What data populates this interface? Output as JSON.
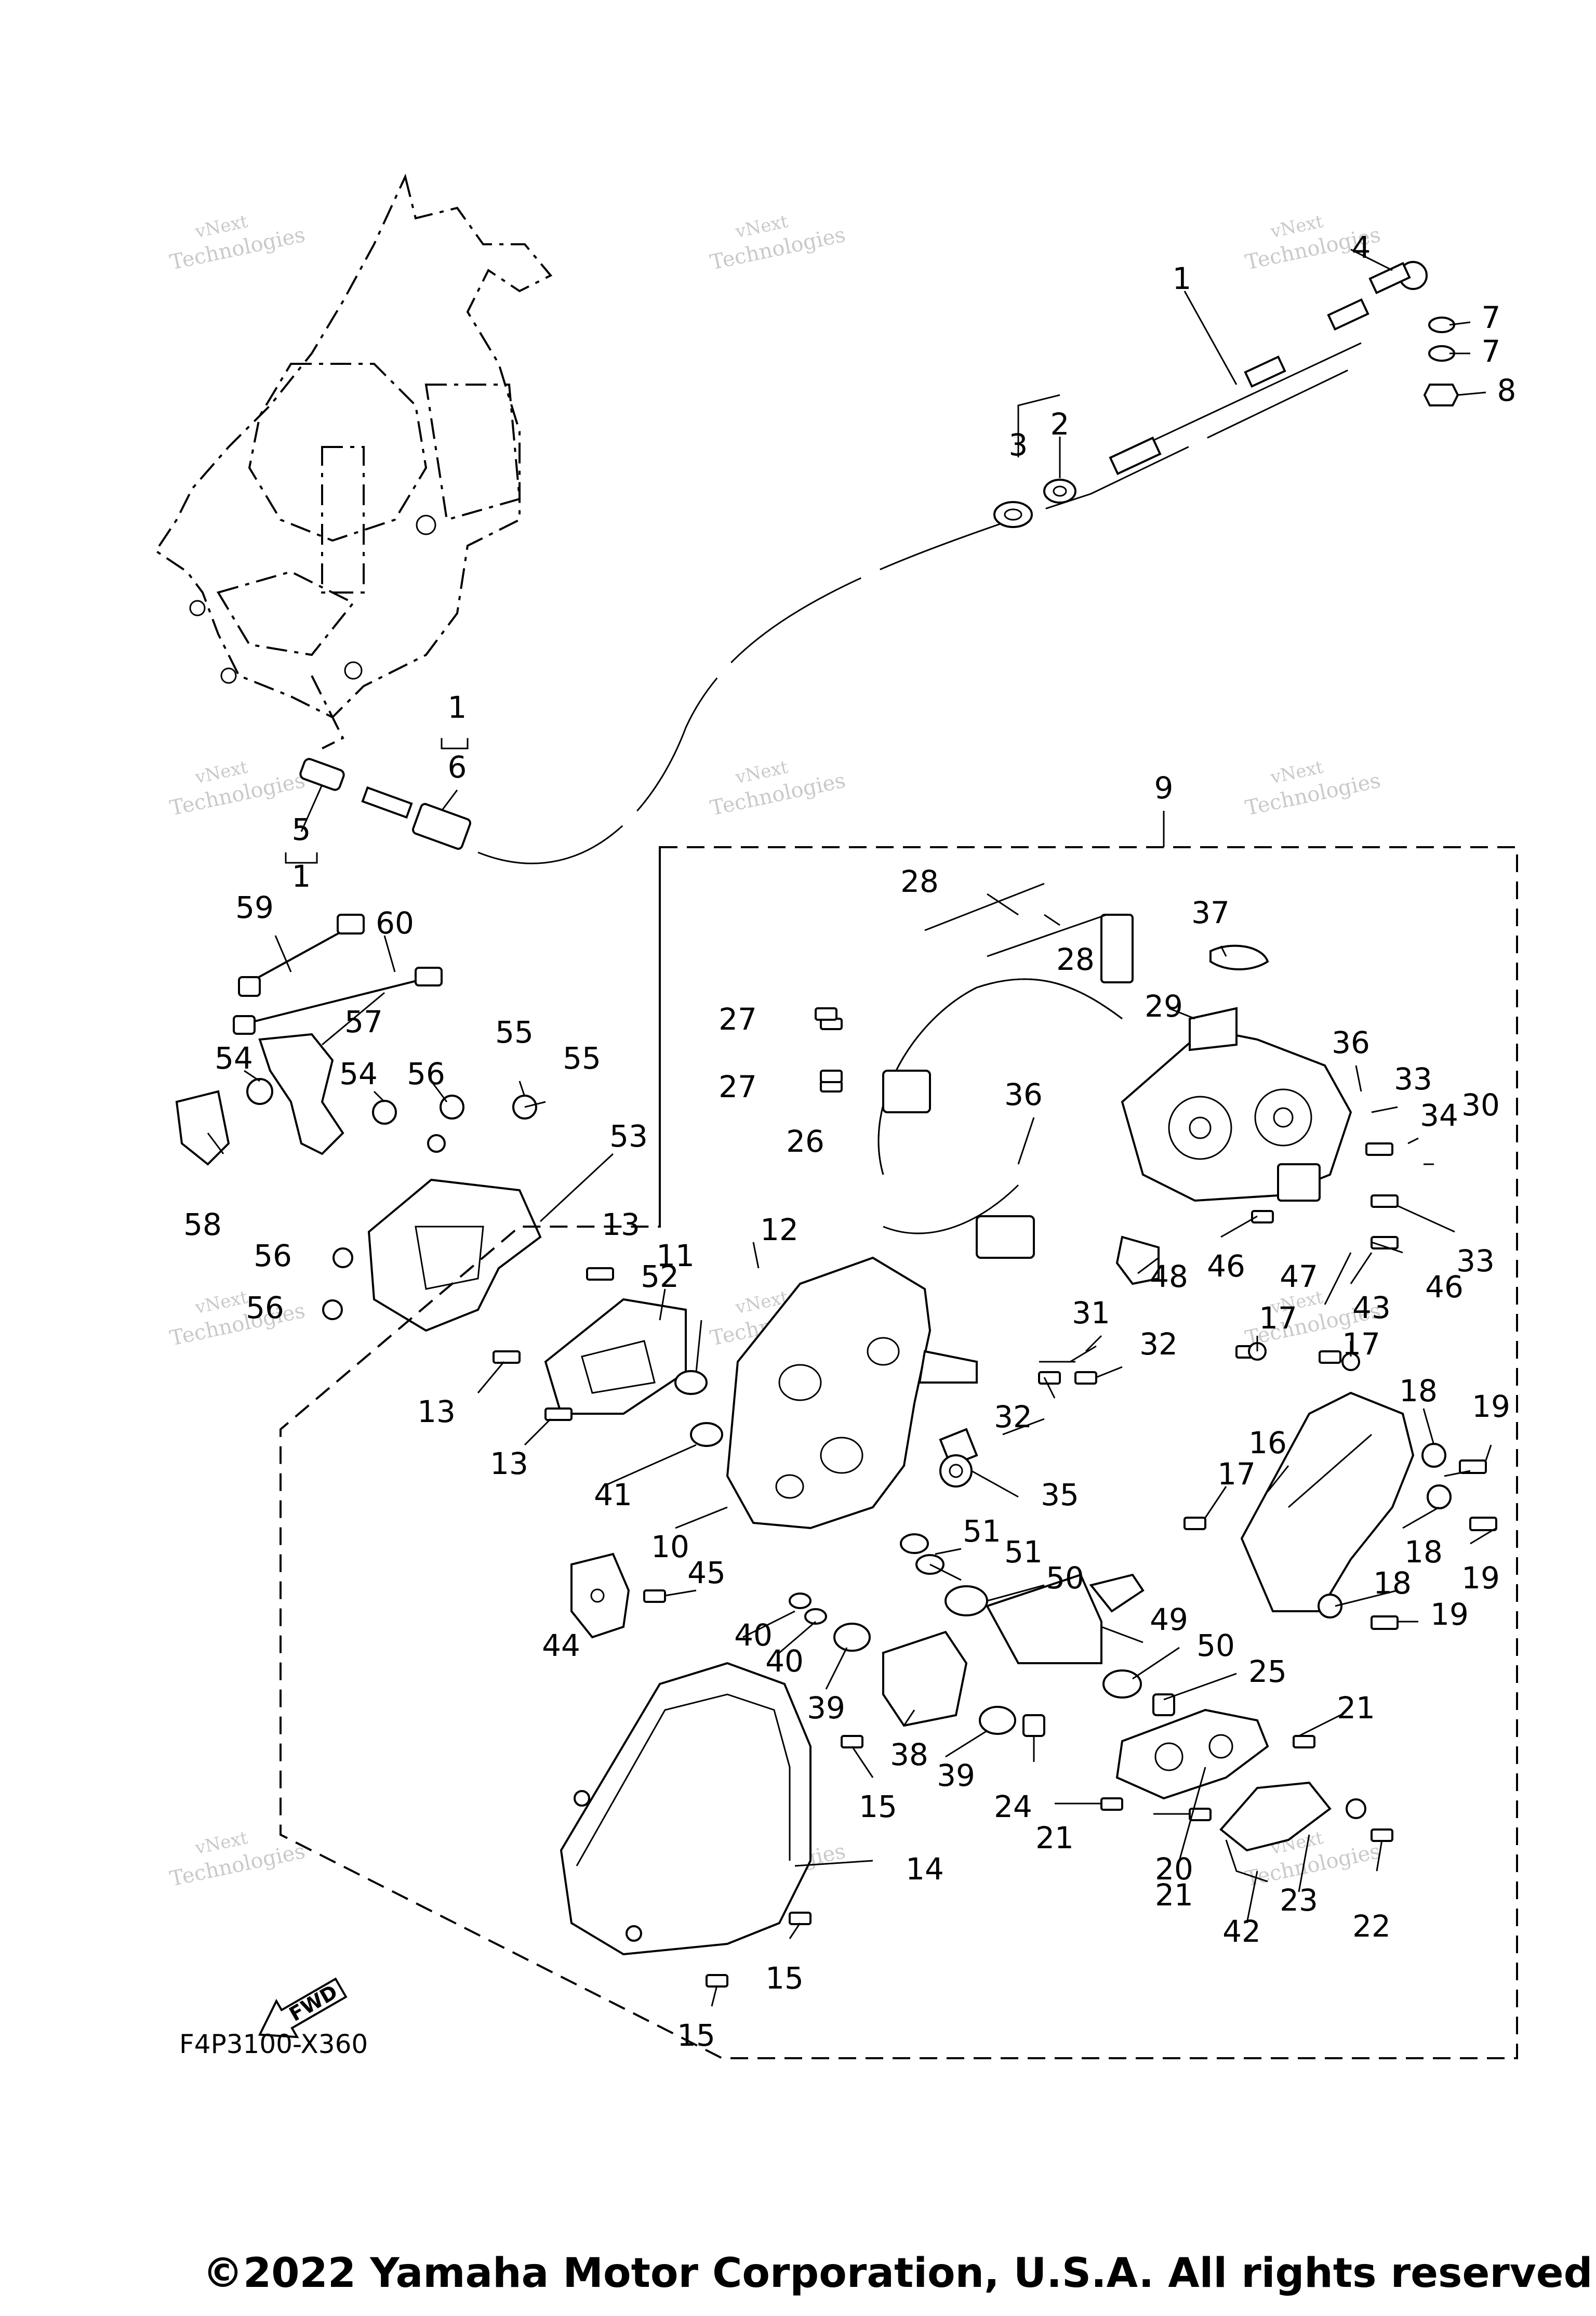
{
  "diagram": {
    "figure_code": "F4P3100-X360",
    "fwd_label": "FWD",
    "copyright": "©2022 Yamaha Motor Corporation, U.S.A. All rights reserved.",
    "watermark": [
      "vNext",
      "Technologies"
    ],
    "callouts": [
      {
        "id": "c1a",
        "text": "1"
      },
      {
        "id": "c1b",
        "text": "1"
      },
      {
        "id": "c1c",
        "text": "1"
      },
      {
        "id": "c2",
        "text": "2"
      },
      {
        "id": "c3",
        "text": "3"
      },
      {
        "id": "c4",
        "text": "4"
      },
      {
        "id": "c5",
        "text": "5"
      },
      {
        "id": "c6",
        "text": "6"
      },
      {
        "id": "c7a",
        "text": "7"
      },
      {
        "id": "c7b",
        "text": "7"
      },
      {
        "id": "c8",
        "text": "8"
      },
      {
        "id": "c9",
        "text": "9"
      },
      {
        "id": "c10",
        "text": "10"
      },
      {
        "id": "c11",
        "text": "11"
      },
      {
        "id": "c12",
        "text": "12"
      },
      {
        "id": "c13a",
        "text": "13"
      },
      {
        "id": "c13b",
        "text": "13"
      },
      {
        "id": "c13c",
        "text": "13"
      },
      {
        "id": "c14",
        "text": "14"
      },
      {
        "id": "c15a",
        "text": "15"
      },
      {
        "id": "c15b",
        "text": "15"
      },
      {
        "id": "c15c",
        "text": "15"
      },
      {
        "id": "c16",
        "text": "16"
      },
      {
        "id": "c17a",
        "text": "17"
      },
      {
        "id": "c17b",
        "text": "17"
      },
      {
        "id": "c17c",
        "text": "17"
      },
      {
        "id": "c18a",
        "text": "18"
      },
      {
        "id": "c18b",
        "text": "18"
      },
      {
        "id": "c18c",
        "text": "18"
      },
      {
        "id": "c19a",
        "text": "19"
      },
      {
        "id": "c19b",
        "text": "19"
      },
      {
        "id": "c19c",
        "text": "19"
      },
      {
        "id": "c20",
        "text": "20"
      },
      {
        "id": "c21a",
        "text": "21"
      },
      {
        "id": "c21b",
        "text": "21"
      },
      {
        "id": "c21c",
        "text": "21"
      },
      {
        "id": "c22",
        "text": "22"
      },
      {
        "id": "c23",
        "text": "23"
      },
      {
        "id": "c24",
        "text": "24"
      },
      {
        "id": "c25",
        "text": "25"
      },
      {
        "id": "c26",
        "text": "26"
      },
      {
        "id": "c27a",
        "text": "27"
      },
      {
        "id": "c27b",
        "text": "27"
      },
      {
        "id": "c28a",
        "text": "28"
      },
      {
        "id": "c28b",
        "text": "28"
      },
      {
        "id": "c29",
        "text": "29"
      },
      {
        "id": "c30",
        "text": "30"
      },
      {
        "id": "c31",
        "text": "31"
      },
      {
        "id": "c32a",
        "text": "32"
      },
      {
        "id": "c32b",
        "text": "32"
      },
      {
        "id": "c33a",
        "text": "33"
      },
      {
        "id": "c33b",
        "text": "33"
      },
      {
        "id": "c34",
        "text": "34"
      },
      {
        "id": "c35",
        "text": "35"
      },
      {
        "id": "c36a",
        "text": "36"
      },
      {
        "id": "c36b",
        "text": "36"
      },
      {
        "id": "c37",
        "text": "37"
      },
      {
        "id": "c38",
        "text": "38"
      },
      {
        "id": "c39a",
        "text": "39"
      },
      {
        "id": "c39b",
        "text": "39"
      },
      {
        "id": "c40a",
        "text": "40"
      },
      {
        "id": "c40b",
        "text": "40"
      },
      {
        "id": "c41",
        "text": "41"
      },
      {
        "id": "c42",
        "text": "42"
      },
      {
        "id": "c43",
        "text": "43"
      },
      {
        "id": "c44",
        "text": "44"
      },
      {
        "id": "c45",
        "text": "45"
      },
      {
        "id": "c46a",
        "text": "46"
      },
      {
        "id": "c46b",
        "text": "46"
      },
      {
        "id": "c47",
        "text": "47"
      },
      {
        "id": "c48",
        "text": "48"
      },
      {
        "id": "c49",
        "text": "49"
      },
      {
        "id": "c50a",
        "text": "50"
      },
      {
        "id": "c50b",
        "text": "50"
      },
      {
        "id": "c51a",
        "text": "51"
      },
      {
        "id": "c51b",
        "text": "51"
      },
      {
        "id": "c52",
        "text": "52"
      },
      {
        "id": "c53",
        "text": "53"
      },
      {
        "id": "c54a",
        "text": "54"
      },
      {
        "id": "c54b",
        "text": "54"
      },
      {
        "id": "c55a",
        "text": "55"
      },
      {
        "id": "c55b",
        "text": "55"
      },
      {
        "id": "c56a",
        "text": "56"
      },
      {
        "id": "c56b",
        "text": "56"
      },
      {
        "id": "c56c",
        "text": "56"
      },
      {
        "id": "c57",
        "text": "57"
      },
      {
        "id": "c58",
        "text": "58"
      },
      {
        "id": "c59",
        "text": "59"
      },
      {
        "id": "c60",
        "text": "60"
      }
    ]
  }
}
